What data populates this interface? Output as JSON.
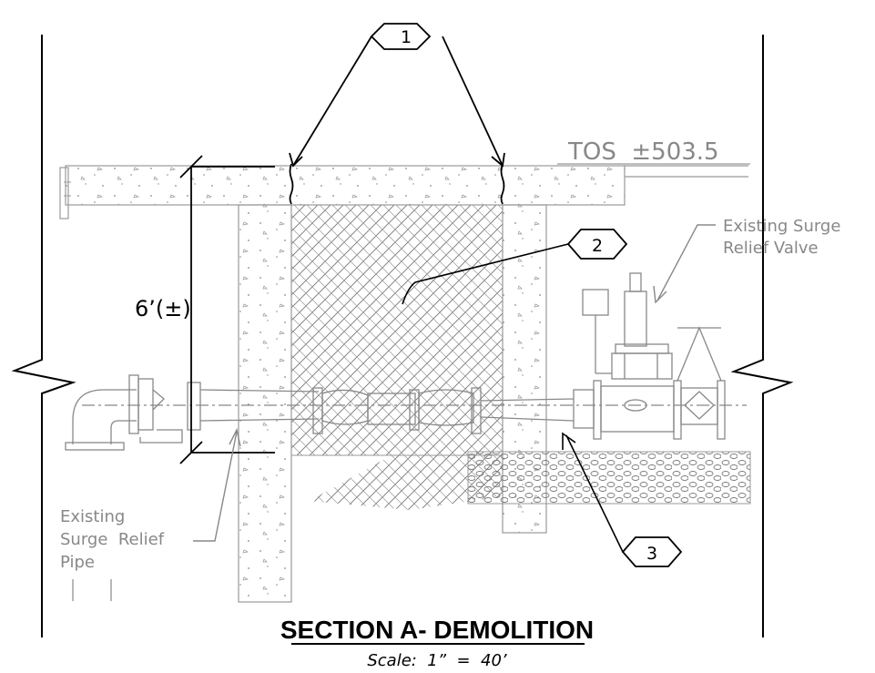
{
  "elevation_label": "TOS  ±503.5",
  "dimension_label": "6’(±)",
  "callouts": {
    "tag1": "1",
    "tag2": "2",
    "tag3": "3"
  },
  "surge_valve_label": {
    "line1": "Existing Surge",
    "line2": "Relief Valve"
  },
  "surge_pipe_label": {
    "line1": "Existing",
    "line2": "Surge  Relief",
    "line3": "Pipe"
  },
  "title": "SECTION A- DEMOLITION",
  "scale": "Scale:  1”  =  40’"
}
